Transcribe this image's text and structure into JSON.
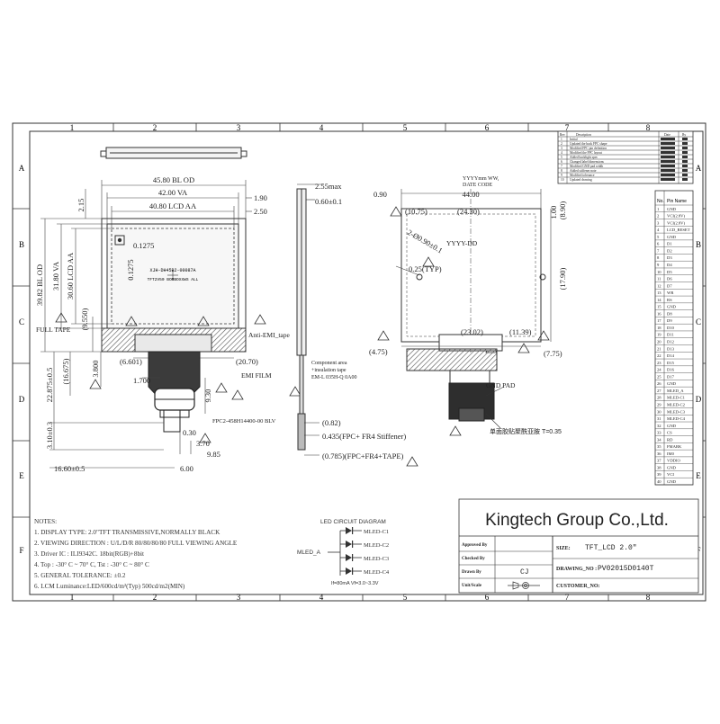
{
  "grid": {
    "columns": [
      "1",
      "2",
      "3",
      "4",
      "5",
      "6",
      "7",
      "8"
    ],
    "rows": [
      "A",
      "B",
      "C",
      "D",
      "E",
      "F"
    ]
  },
  "front_view": {
    "dims": {
      "bl_od_w": "45.80 BL OD",
      "va_w": "42.00 VA",
      "aa_w": "40.80 LCD AA",
      "right_190": "1.90",
      "right_250": "2.50",
      "top_215": "2.15",
      "v_bl_od": "39.82 BL OD",
      "v_va": "31.80 VA",
      "v_aa": "30.60 LCD AA",
      "v_9550": "(9.550)",
      "v_38": "3.800",
      "pitch_h": "0.1275",
      "pitch_v": "0.1275",
      "full_tape": "FULL TAPE",
      "anti_emi": "Anti-EMI_tape",
      "v_16675": "(16.675)",
      "v_22875": "22.875±0.5",
      "v_310": "3.10±0.3",
      "w_16600": "16.60±0.5",
      "w_600": "6.00",
      "w_6601": "(6.601)",
      "w_2070": "(20.70)",
      "emi_film": "EMI FILM",
      "w_1700": "1.700",
      "v_930": "9.30",
      "w_030": "0.30",
      "w_370": "3.70",
      "w_985": "9.85",
      "fpc_code": "FPC2-458H14400-00 BLV",
      "panel_code_1": "XJH-DH45B2-00087A",
      "panel_code_2": "TFT2V50 BOMBOXXWS ALL"
    },
    "warning_mark": "2"
  },
  "side_view": {
    "t_255": "2.55max",
    "t_060": "0.60±0.1",
    "comp_area": "Component area",
    "ins_tape": "+insulation tape",
    "ins_tape_2": "EM-L 035H-Q 0A00",
    "d_082": "(0.82)",
    "d_0435": "0.435(FPC+ FR4 Stiffener)",
    "d_0785": "(0.785)(FPC+FR4+TAPE)"
  },
  "back_view": {
    "w_090": "0.90",
    "w_4400": "44.00",
    "w_1075": "(10.75)",
    "w_2430": "(24.30)",
    "w_100": "1.00",
    "w_890": "(8.90)",
    "holes": "2-Ø0.90±0.1",
    "yyyy": "YYYY-DD",
    "date_note": "YYYYmm WW,",
    "date_note_2": "DATE CODE",
    "w_025": "0.25(TYP)",
    "w_1790": "(17.90)",
    "w_2302": "(23.02)",
    "w_1139": "(11.39)",
    "w_475": "(4.75)",
    "w_775": "(7.75)",
    "gnd_pad": "GND PAD",
    "stiffener_note": "单面胶贴聚酰亚胺 T=0.35"
  },
  "revision_table": {
    "headers": [
      "Rev",
      "Description",
      "Date",
      "By"
    ],
    "rows": [
      [
        "1",
        "Initial",
        "",
        ""
      ],
      [
        "2",
        "Updated the back FPC shape",
        "",
        ""
      ],
      [
        "3",
        "Modified FPC pin definition",
        "",
        ""
      ],
      [
        "4",
        "Modified the FPC layout",
        "",
        ""
      ],
      [
        "5",
        "Added backlight spec",
        "",
        ""
      ],
      [
        "6",
        "Changed label dimensions",
        "",
        ""
      ],
      [
        "7",
        "Modified GND pad width",
        "",
        ""
      ],
      [
        "8",
        "Added stiffener note",
        "",
        ""
      ],
      [
        "9",
        "Modified tolerance",
        "",
        ""
      ],
      [
        "10",
        "Updated drawing",
        "",
        ""
      ]
    ]
  },
  "pin_table": {
    "headers": [
      "No.",
      "Pin Name"
    ],
    "pins": [
      [
        "1",
        "GND"
      ],
      [
        "2",
        "VCI(2.8V)"
      ],
      [
        "3",
        "VCI(2.8V)"
      ],
      [
        "4",
        "LCD_RESET"
      ],
      [
        "5",
        "GND"
      ],
      [
        "6",
        "D1"
      ],
      [
        "7",
        "D2"
      ],
      [
        "8",
        "D3"
      ],
      [
        "9",
        "D4"
      ],
      [
        "10",
        "D5"
      ],
      [
        "11",
        "D6"
      ],
      [
        "12",
        "D7"
      ],
      [
        "13",
        "WR"
      ],
      [
        "14",
        "RS"
      ],
      [
        "15",
        "GND"
      ],
      [
        "16",
        "D8"
      ],
      [
        "17",
        "D9"
      ],
      [
        "18",
        "D10"
      ],
      [
        "19",
        "D11"
      ],
      [
        "20",
        "D12"
      ],
      [
        "21",
        "D13"
      ],
      [
        "22",
        "D14"
      ],
      [
        "23",
        "D15"
      ],
      [
        "24",
        "D16"
      ],
      [
        "25",
        "D17"
      ],
      [
        "26",
        "GND"
      ],
      [
        "27",
        "MLED_A"
      ],
      [
        "28",
        "MLED-C1"
      ],
      [
        "29",
        "MLED-C2"
      ],
      [
        "30",
        "MLED-C3"
      ],
      [
        "31",
        "MLED-C4"
      ],
      [
        "32",
        "GND"
      ],
      [
        "33",
        "CS"
      ],
      [
        "34",
        "RD"
      ],
      [
        "35",
        "FMARK"
      ],
      [
        "36",
        "IM0"
      ],
      [
        "37",
        "VDDIO"
      ],
      [
        "38",
        "GND"
      ],
      [
        "39",
        "VCI"
      ],
      [
        "40",
        "GND"
      ]
    ]
  },
  "notes": {
    "title": "NOTES:",
    "lines": [
      "1. DISPLAY TYPE: 2.0\"TFT TRANSMISSIVE,NORMALLY BLACK",
      "2. VIEWING DIRECTION : U/L/D/R 80/80/80/80 FULL VIEWING ANGLE",
      "3. Driver IC : ILI9342C. 18bit(RGB)+8bit",
      "4. Top : -30° C ~ 70° C, Tst : -30° C ~ 80° C",
      "5. GENERAL TOLERANCE: ±0.2",
      "6. LCM Luminance:LED/600cd/m²(Typ) 500cd/m2(MIN)"
    ]
  },
  "led_diagram": {
    "title": "LED CIRCUIT DIAGRAM",
    "anode": "MLED_A",
    "cathodes": [
      "MLED-C1",
      "MLED-C2",
      "MLED-C3",
      "MLED-C4"
    ],
    "spec": "If=80mA Vf=3.0~3.3V"
  },
  "title_block": {
    "company": "Kingtech Group Co.,Ltd.",
    "approved_by": "Approved By",
    "checked_by": "Checked By",
    "drawn_by": "Drawn By",
    "drawn_by_value": "CJ",
    "unit_scale": "Unit/Scale",
    "size_label": "SIZE:",
    "size_value": "TFT_LCD  2.0\"",
    "drawing_no_label": "DRAWING_NO :",
    "drawing_no_value": "PV02015D0140T",
    "customer_label": "CUSTOMER_NO:"
  },
  "colors": {
    "line": "#3a3a3a",
    "dark_fill": "#2a2a2a",
    "hatch": "#6e6e6e"
  }
}
